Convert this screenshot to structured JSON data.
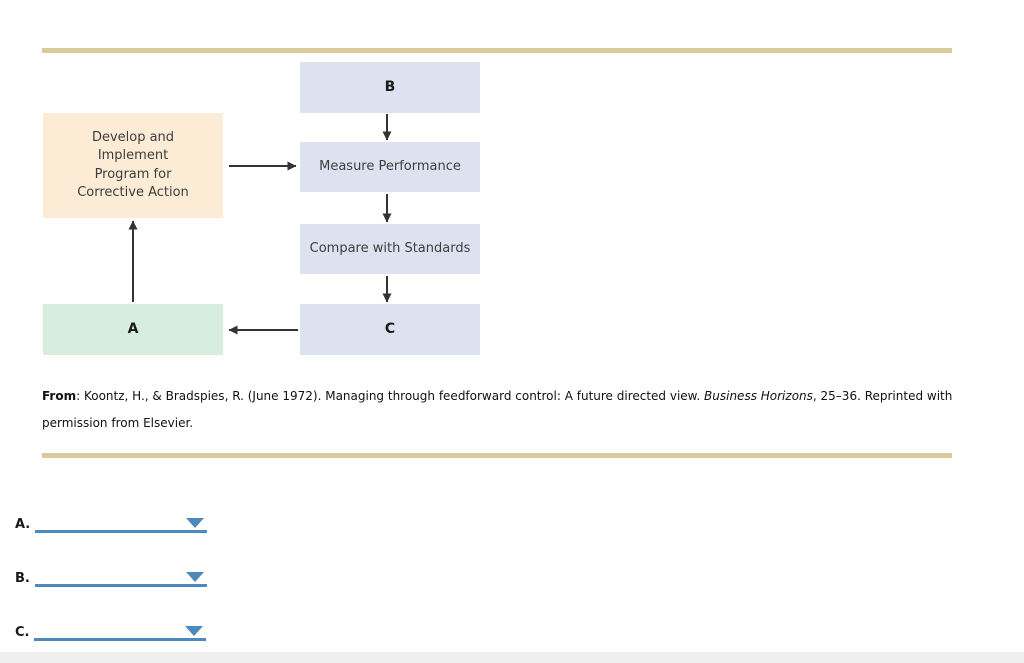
{
  "page": {
    "background_color": "#ffffff",
    "separator_color": "#d9ca9c",
    "footer_band_color": "#f0eff0"
  },
  "diagram": {
    "arrow_color": "#333333",
    "boxes": [
      {
        "id": "develop",
        "label": "Develop and\nImplement\nProgram for\nCorrective Action",
        "bg_color": "#fcecd5"
      },
      {
        "id": "a",
        "label": "A",
        "bg_color": "#d7eddd"
      },
      {
        "id": "b",
        "label": "B",
        "bg_color": "#dde2f0"
      },
      {
        "id": "measure",
        "label": "Measure Performance",
        "bg_color": "#dde2f0"
      },
      {
        "id": "compare",
        "label": "Compare with Standards",
        "bg_color": "#dde2f0"
      },
      {
        "id": "c",
        "label": "C",
        "bg_color": "#dde2f0"
      }
    ]
  },
  "citation": {
    "from_label": "From",
    "line1_rest": ": Koontz, H., & Bradspies, R. (June 1972). Managing through feedforward control: A future directed view. ",
    "journal": "Business Horizons",
    "line1_tail": ", 25–36. Reprinted with",
    "line2": "permission from Elsevier."
  },
  "questions": {
    "accent_color": "#4d89ba",
    "items": [
      {
        "label": "A.",
        "value": ""
      },
      {
        "label": "B.",
        "value": ""
      },
      {
        "label": "C.",
        "value": ""
      }
    ]
  }
}
